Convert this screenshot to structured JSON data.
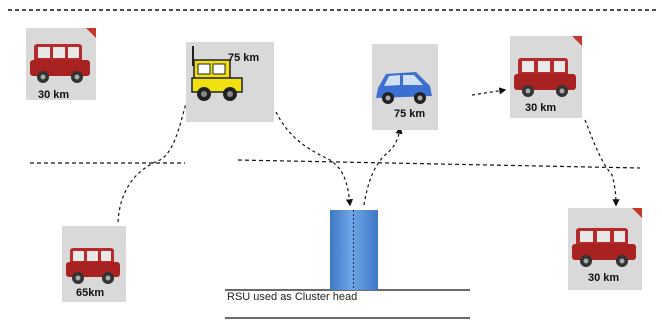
{
  "vehicles": [
    {
      "id": "v1",
      "speed_label": "30 km",
      "kind": "suv"
    },
    {
      "id": "v2",
      "speed_label": "75 km",
      "kind": "jeep"
    },
    {
      "id": "v3",
      "speed_label": "75 km",
      "kind": "sedan"
    },
    {
      "id": "v4",
      "speed_label": "30 km",
      "kind": "suv"
    },
    {
      "id": "v5",
      "speed_label": "65km",
      "kind": "suv"
    },
    {
      "id": "v6",
      "speed_label": "30 km",
      "kind": "suv"
    }
  ],
  "rsu": {
    "caption": "RSU used as Cluster head"
  },
  "colors": {
    "suv": "#b52a2a",
    "jeep": "#f0e010",
    "sedan": "#3b6fd1",
    "tile": "#d9d9d9",
    "rsu": "#4a86d6"
  }
}
